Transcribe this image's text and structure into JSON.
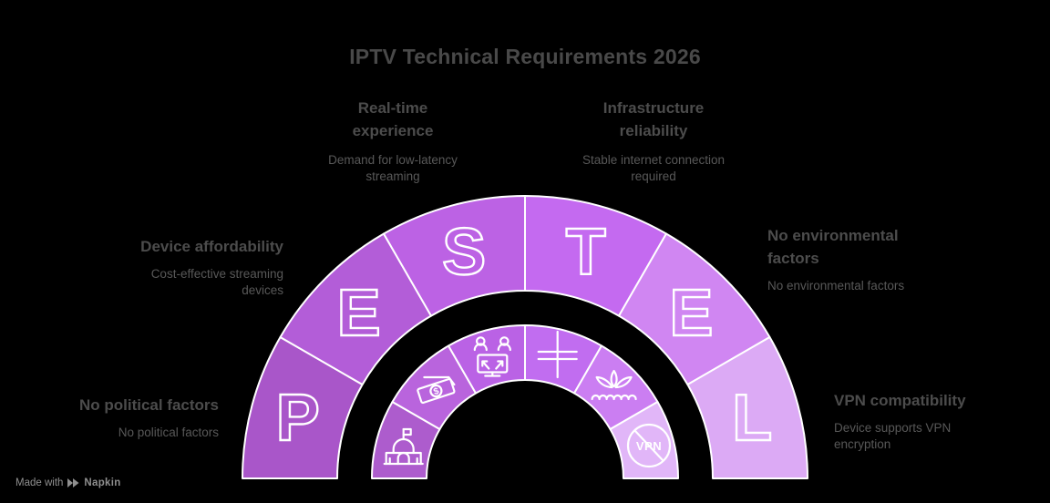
{
  "title": "IPTV Technical Requirements 2026",
  "credit": {
    "prefix": "Made with",
    "brand": "Napkin"
  },
  "colors": {
    "background": "#000000",
    "stroke": "#ffffff",
    "title_text": "#494949",
    "heading_text": "#4c4c4c",
    "description_text": "#585858",
    "credit_text": "#8f8f8f"
  },
  "pestel": {
    "segments": [
      {
        "letter": "P",
        "category": "political",
        "heading": "No political factors",
        "description": "No political factors",
        "icon": "government-building-icon",
        "outer_color": "#a956c9",
        "inner_color": "#ad5ccd"
      },
      {
        "letter": "E",
        "category": "economic",
        "heading": "Device affordability",
        "description": "Cost-effective streaming devices",
        "icon": "cash-payment-icon",
        "outer_color": "#b35dd8",
        "inner_color": "#b964dd"
      },
      {
        "letter": "S",
        "category": "social",
        "heading": "Real-time experience",
        "description": "Demand for low-latency streaming",
        "icon": "people-screen-share-icon",
        "outer_color": "#bc62e4",
        "inner_color": "#ba62e5"
      },
      {
        "letter": "T",
        "category": "technological",
        "heading": "Infrastructure reliability",
        "description": "Stable internet connection required",
        "icon": "circuit-lines-icon",
        "outer_color": "#c46af0",
        "inner_color": "#c16df0"
      },
      {
        "letter": "E",
        "category": "environmental",
        "heading": "No environmental factors",
        "description": "No environmental factors",
        "icon": "lotus-plant-icon",
        "outer_color": "#d086f2",
        "inner_color": "#cb7ef2"
      },
      {
        "letter": "L",
        "category": "legal",
        "heading": "VPN compatibility",
        "description": "Device supports VPN encryption",
        "icon": "no-vpn-icon",
        "outer_color": "#dcaaf5",
        "inner_color": "#e1b6f8"
      }
    ],
    "vpn_badge_text": "VPN",
    "dollar_sign": "$"
  }
}
